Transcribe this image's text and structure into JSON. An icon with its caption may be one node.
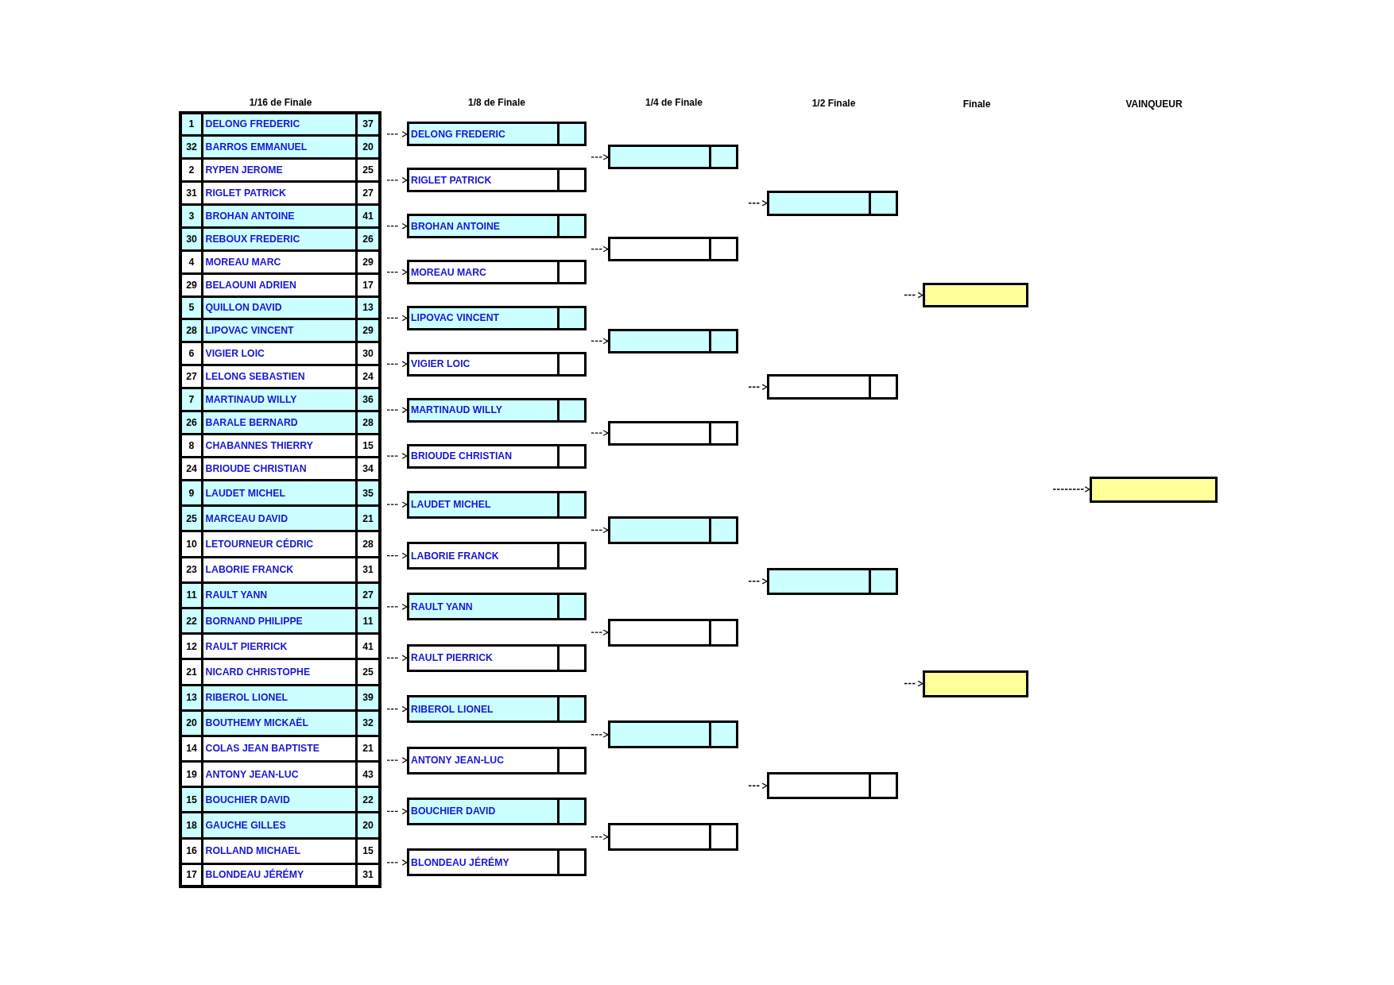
{
  "diagram": {
    "nodes": [
      {
        "text": [
          "1",
          "DELONG FREDERIC",
          "37"
        ]
      },
      {
        "text": [
          "32",
          "BARROS EMMANUEL",
          "20"
        ]
      },
      {
        "text": [
          "2",
          "RYPEN JEROME",
          "25"
        ]
      },
      {
        "text": [
          "31",
          "RIGLET PATRICK",
          "27"
        ]
      },
      {
        "text": [
          "3",
          "BROHAN ANTOINE",
          "41"
        ]
      },
      {
        "text": [
          "30",
          "REBOUX FREDERIC",
          "26"
        ]
      },
      {
        "text": [
          "4",
          "MOREAU MARC",
          "29"
        ]
      },
      {
        "text": [
          "29",
          "BELAOUNI ADRIEN",
          "17"
        ]
      },
      {
        "text": [
          "5",
          "QUILLON DAVID",
          "13"
        ]
      },
      {
        "text": [
          "28",
          "LIPOVAC VINCENT",
          "29"
        ]
      },
      {
        "text": [
          "6",
          "VIGIER LOIC",
          "30"
        ]
      },
      {
        "text": [
          "27",
          "LELONG SEBASTIEN",
          "24"
        ]
      },
      {
        "text": [
          "7",
          "MARTINAUD WILLY",
          "36"
        ]
      },
      {
        "text": [
          "26",
          "BARALE BERNARD",
          "28"
        ]
      },
      {
        "text": [
          "8",
          "CHABANNES THIERRY",
          "15"
        ]
      },
      {
        "text": [
          "24",
          "BRIOUDE CHRISTIAN",
          "34"
        ]
      },
      {
        "text": [
          "9",
          "LAUDET MICHEL",
          "35"
        ]
      },
      {
        "text": [
          "25",
          "MARCEAU DAVID",
          "21"
        ]
      },
      {
        "text": [
          "10",
          "LETOURNEUR CÉDRIC",
          "28"
        ]
      },
      {
        "text": [
          "23",
          "LABORIE FRANCK",
          "31"
        ]
      },
      {
        "text": [
          "11",
          "RAULT YANN",
          "27"
        ]
      },
      {
        "text": [
          "22",
          "BORNAND PHILIPPE",
          "11"
        ]
      },
      {
        "text": [
          "12",
          "RAULT PIERRICK",
          "41"
        ]
      },
      {
        "text": [
          "21",
          "NICARD CHRISTOPHE",
          "25"
        ]
      },
      {
        "text": [
          "13",
          "RIBEROL LIONEL",
          "39"
        ]
      },
      {
        "text": [
          "20",
          "BOUTHEMY MICKAËL",
          "32"
        ]
      },
      {
        "text": [
          "14",
          "COLAS JEAN BAPTISTE",
          "21"
        ]
      },
      {
        "text": [
          "19",
          "ANTONY JEAN-LUC",
          "43"
        ]
      },
      {
        "text": [
          "15",
          "BOUCHIER DAVID",
          "22"
        ]
      },
      {
        "text": [
          "18",
          "GAUCHE GILLES",
          "20"
        ]
      },
      {
        "text": [
          "16",
          "ROLLAND MICHAEL",
          "15"
        ]
      },
      {
        "text": [
          "17",
          "BLONDEAU JÉRÉMY",
          "31"
        ]
      },
      {
        "text": [
          "DELONG FREDERIC"
        ]
      },
      {
        "text": [
          "RIGLET PATRICK"
        ]
      },
      {
        "text": [
          "BROHAN ANTOINE"
        ]
      },
      {
        "text": [
          "MOREAU MARC"
        ]
      },
      {
        "text": [
          "LIPOVAC VINCENT"
        ]
      },
      {
        "text": [
          "VIGIER LOIC"
        ]
      },
      {
        "text": [
          "MARTINAUD WILLY"
        ]
      },
      {
        "text": [
          "BRIOUDE CHRISTIAN"
        ]
      },
      {
        "text": [
          "LAUDET MICHEL"
        ]
      },
      {
        "text": [
          "LABORIE FRANCK"
        ]
      },
      {
        "text": [
          "RAULT YANN"
        ]
      },
      {
        "text": [
          "RAULT PIERRICK"
        ]
      },
      {
        "text": [
          "RIBEROL LIONEL"
        ]
      },
      {
        "text": [
          "ANTONY JEAN-LUC"
        ]
      },
      {
        "text": [
          "BOUCHIER DAVID"
        ]
      },
      {
        "text": [
          "BLONDEAU JÉRÉMY"
        ]
      },
      {
        "text": [],
        "shape": "box"
      },
      {
        "text": [],
        "shape": "box"
      },
      {
        "text": [],
        "shape": "box"
      },
      {
        "text": [],
        "shape": "box"
      },
      {
        "text": [],
        "shape": "box"
      },
      {
        "text": [],
        "shape": "box"
      },
      {
        "text": [],
        "shape": "box"
      },
      {
        "text": [],
        "shape": "box"
      },
      {
        "text": [],
        "shape": "box"
      },
      {
        "text": [],
        "shape": "box"
      },
      {
        "text": [],
        "shape": "box"
      },
      {
        "text": [],
        "shape": "box"
      },
      {
        "text": [],
        "shape": "box"
      },
      {
        "text": [],
        "shape": "box"
      },
      {
        "text": [],
        "shape": "box"
      }
    ],
    "edges": [
      {
        "from": 0,
        "to": 32,
        "arrow": "to"
      },
      {
        "from": 1,
        "to": 32,
        "arrow": "to"
      },
      {
        "from": 2,
        "to": 33,
        "arrow": "to"
      },
      {
        "from": 3,
        "to": 33,
        "arrow": "to"
      },
      {
        "from": 4,
        "to": 34,
        "arrow": "to"
      },
      {
        "from": 5,
        "to": 34,
        "arrow": "to"
      },
      {
        "from": 6,
        "to": 35,
        "arrow": "to"
      },
      {
        "from": 7,
        "to": 35,
        "arrow": "to"
      },
      {
        "from": 8,
        "to": 36,
        "arrow": "to"
      },
      {
        "from": 9,
        "to": 36,
        "arrow": "to"
      },
      {
        "from": 10,
        "to": 37,
        "arrow": "to"
      },
      {
        "from": 11,
        "to": 37,
        "arrow": "to"
      },
      {
        "from": 12,
        "to": 38,
        "arrow": "to"
      },
      {
        "from": 13,
        "to": 38,
        "arrow": "to"
      },
      {
        "from": 14,
        "to": 39,
        "arrow": "to"
      },
      {
        "from": 15,
        "to": 39,
        "arrow": "to"
      },
      {
        "from": 16,
        "to": 40,
        "arrow": "to"
      },
      {
        "from": 17,
        "to": 40,
        "arrow": "to"
      },
      {
        "from": 18,
        "to": 41,
        "arrow": "to"
      },
      {
        "from": 19,
        "to": 41,
        "arrow": "to"
      },
      {
        "from": 20,
        "to": 42,
        "arrow": "to"
      },
      {
        "from": 21,
        "to": 42,
        "arrow": "to"
      },
      {
        "from": 22,
        "to": 43,
        "arrow": "to"
      },
      {
        "from": 23,
        "to": 43,
        "arrow": "to"
      },
      {
        "from": 24,
        "to": 44,
        "arrow": "to"
      },
      {
        "from": 25,
        "to": 44,
        "arrow": "to"
      },
      {
        "from": 26,
        "to": 45,
        "arrow": "to"
      },
      {
        "from": 27,
        "to": 45,
        "arrow": "to"
      },
      {
        "from": 28,
        "to": 46,
        "arrow": "to"
      },
      {
        "from": 29,
        "to": 46,
        "arrow": "to"
      },
      {
        "from": 30,
        "to": 47,
        "arrow": "to"
      },
      {
        "from": 31,
        "to": 47,
        "arrow": "to"
      },
      {
        "from": 32,
        "to": 48,
        "arrow": "to"
      },
      {
        "from": 33,
        "to": 48,
        "arrow": "to"
      },
      {
        "from": 34,
        "to": 49,
        "arrow": "to"
      },
      {
        "from": 35,
        "to": 49,
        "arrow": "to"
      },
      {
        "from": 36,
        "to": 50,
        "arrow": "to"
      },
      {
        "from": 37,
        "to": 50,
        "arrow": "to"
      },
      {
        "from": 38,
        "to": 51,
        "arrow": "to"
      },
      {
        "from": 39,
        "to": 51,
        "arrow": "to"
      },
      {
        "from": 40,
        "to": 52,
        "arrow": "to"
      },
      {
        "from": 41,
        "to": 52,
        "arrow": "to"
      },
      {
        "from": 42,
        "to": 53,
        "arrow": "to"
      },
      {
        "from": 43,
        "to": 53,
        "arrow": "to"
      },
      {
        "from": 44,
        "to": 54,
        "arrow": "to"
      },
      {
        "from": 45,
        "to": 54,
        "arrow": "to"
      },
      {
        "from": 46,
        "to": 55,
        "arrow": "to"
      },
      {
        "from": 47,
        "to": 55,
        "arrow": "to"
      },
      {
        "from": null,
        "to": 56,
        "arrow": "to"
      },
      {
        "from": null,
        "to": 57,
        "arrow": "to"
      },
      {
        "from": null,
        "to": 58,
        "arrow": "to"
      },
      {
        "from": null,
        "to": 59,
        "arrow": "to"
      },
      {
        "from": null,
        "to": 60,
        "arrow": "to"
      },
      {
        "from": null,
        "to": 61,
        "arrow": "to"
      },
      {
        "from": null,
        "to": 62,
        "arrow": "to"
      }
    ],
    "labels": [
      "1/16 de Finale",
      "1/8 de Finale",
      "1/4 de Finale",
      "1/2 Finale",
      "Finale",
      "VAINQUEUR"
    ]
  }
}
